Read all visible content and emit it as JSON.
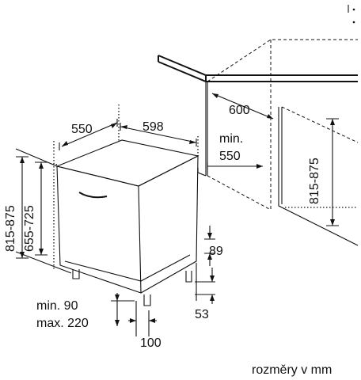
{
  "dimensions": {
    "depth": "550",
    "width": "598",
    "niche_width": "600",
    "niche_min_label": "min.",
    "niche_min_value": "550",
    "niche_height": "815-875",
    "height_range": "815-875",
    "door_height": "655-725",
    "plinth_height": "89",
    "foot_height": "53",
    "plinth_min": "min. 90",
    "plinth_max": "max. 220",
    "foot_offset": "100"
  },
  "units_note": "rozměry v mm"
}
